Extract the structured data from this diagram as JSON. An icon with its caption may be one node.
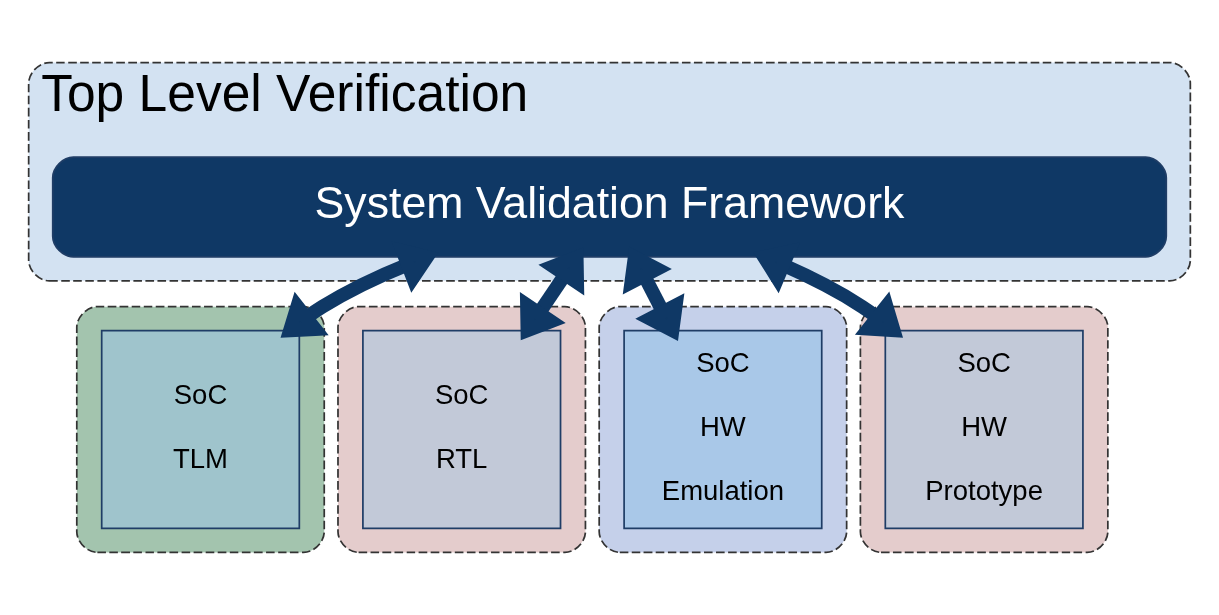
{
  "diagram": {
    "nodes": [
      {
        "text": [
          "Top Level Verification"
        ]
      },
      {
        "text": [
          "System Validation Framework"
        ],
        "in": 0
      },
      {
        "text": [],
        "shape": "box"
      },
      {
        "text": [
          "SoC",
          "TLM"
        ],
        "in": 2
      },
      {
        "text": [],
        "shape": "box"
      },
      {
        "text": [
          "SoC",
          "RTL"
        ],
        "in": 4
      },
      {
        "text": [],
        "shape": "box"
      },
      {
        "text": [
          "SoC",
          "HW",
          "Emulation"
        ],
        "in": 6
      },
      {
        "text": [],
        "shape": "box"
      },
      {
        "text": [
          "SoC",
          "HW",
          "Prototype"
        ],
        "in": 8
      }
    ],
    "edges": [
      {
        "from": 1,
        "to": 3,
        "arrow": "both"
      },
      {
        "from": 1,
        "to": 5,
        "arrow": "both"
      },
      {
        "from": 1,
        "to": 7,
        "arrow": "both"
      },
      {
        "from": 1,
        "to": 9,
        "arrow": "both"
      }
    ]
  }
}
